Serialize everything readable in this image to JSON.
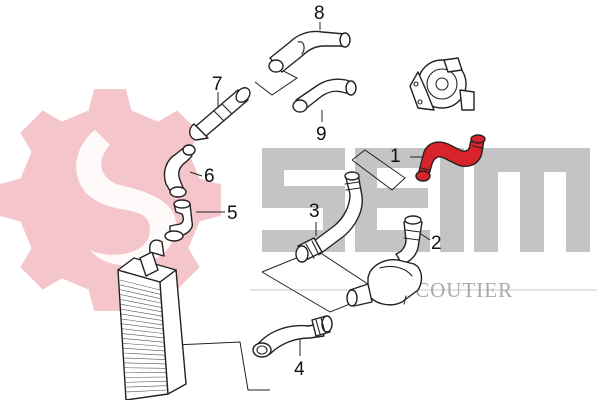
{
  "brand": {
    "name": "MGI COUTIER",
    "logo_letters": "SEIM",
    "colors": {
      "gear": "#f4c6cc",
      "logo_grey": "#c4c4c4",
      "highlight": "#d8232a",
      "outline": "#222222"
    }
  },
  "callouts": [
    {
      "id": "1",
      "label": "1",
      "highlighted": true
    },
    {
      "id": "2",
      "label": "2",
      "highlighted": false
    },
    {
      "id": "3",
      "label": "3",
      "highlighted": false
    },
    {
      "id": "4",
      "label": "4",
      "highlighted": false
    },
    {
      "id": "5",
      "label": "5",
      "highlighted": false
    },
    {
      "id": "6",
      "label": "6",
      "highlighted": false
    },
    {
      "id": "7",
      "label": "7",
      "highlighted": false
    },
    {
      "id": "8",
      "label": "8",
      "highlighted": false
    },
    {
      "id": "9",
      "label": "9",
      "highlighted": false
    }
  ],
  "components": [
    {
      "name": "turbocharger",
      "icon": "turbo-icon"
    },
    {
      "name": "intercooler",
      "icon": "radiator-icon"
    },
    {
      "name": "throttle-housing",
      "icon": "housing-icon"
    }
  ]
}
